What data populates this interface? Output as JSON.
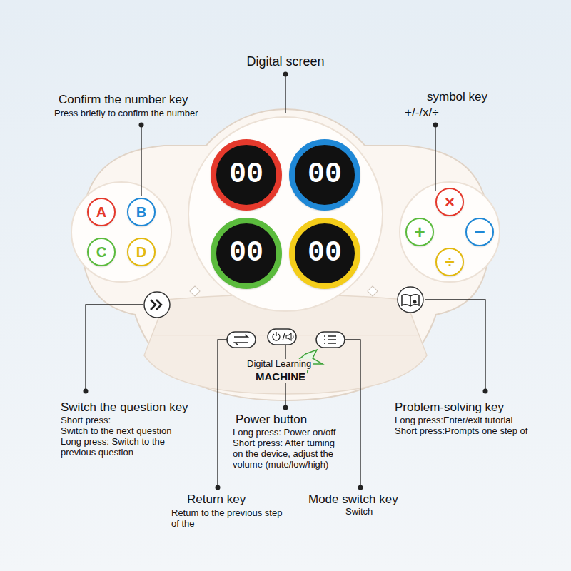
{
  "diagram": {
    "nodes": [
      {
        "text": [
          "00"
        ]
      },
      {
        "text": [
          "00"
        ]
      },
      {
        "text": [
          "00"
        ]
      },
      {
        "text": [
          "00"
        ]
      },
      {
        "text": [
          "A"
        ]
      },
      {
        "text": [
          "B"
        ]
      },
      {
        "text": [
          "C"
        ]
      },
      {
        "text": [
          "D"
        ]
      },
      {
        "text": [
          "×"
        ]
      },
      {
        "text": [
          "+"
        ]
      },
      {
        "text": [
          "−"
        ]
      },
      {
        "text": [
          "÷"
        ]
      }
    ],
    "labels": [
      "Digital screen",
      "Confirm the number key",
      "Press briefly to confirm the number",
      "symbol key",
      "+/-/x/÷",
      "Switch the question key",
      "Short press:",
      "Switch to the next question",
      "Long press: Switch to the previous question",
      "Power button",
      "Long press: Power on/off",
      "Short press: After tuming on the device, adjust the volume (mute/low/high)",
      "Problem-solving key",
      "Long press:Enter/exit tutorial",
      "Short press:Prompts one step of",
      "Return key",
      "Retum to the previous step of the",
      "Mode switch key",
      "Switch",
      "Digital Learning",
      "MACHINE"
    ]
  }
}
